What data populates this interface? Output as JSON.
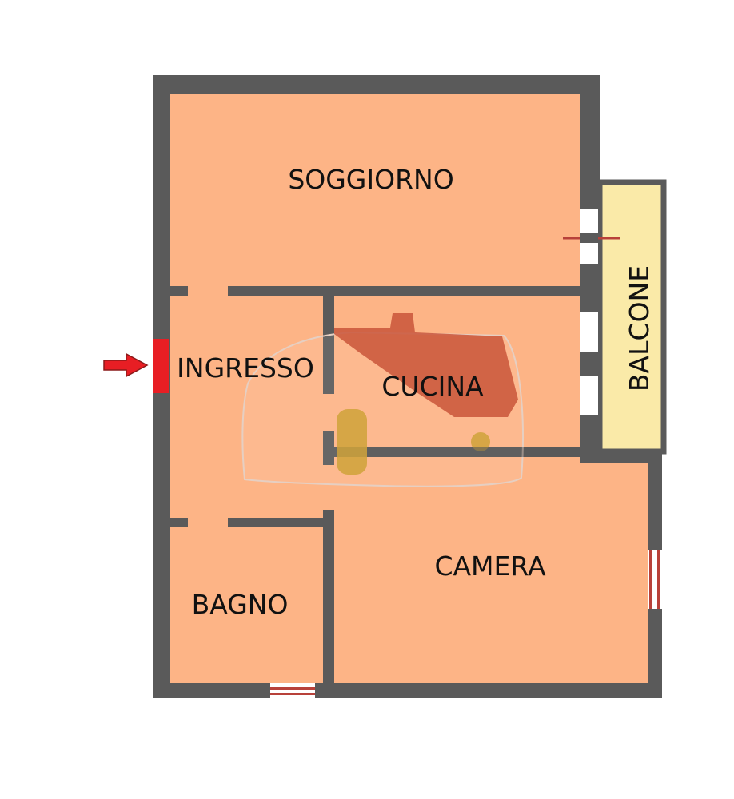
{
  "floor_plan": {
    "rooms": {
      "soggiorno": "SOGGIORNO",
      "ingresso": "INGRESSO",
      "cucina": "CUCINA",
      "bagno": "BAGNO",
      "camera": "CAMERA",
      "balcone": "BALCONE"
    },
    "colors": {
      "floor": "#fdb486",
      "wall": "#5a5a5a",
      "balcony": "#faeaa8",
      "highlight": "#c9553a",
      "ochre": "#cfa23a",
      "window_frame": "#b8413a",
      "entrance_marker": "#e81e24",
      "background": "#ffffff"
    },
    "icons": {
      "entrance": "entrance-arrow-icon"
    }
  }
}
